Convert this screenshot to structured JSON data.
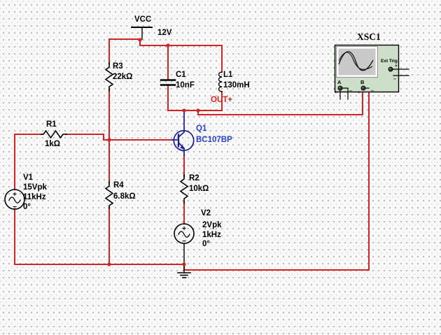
{
  "colors": {
    "wire_red": "#cf2526",
    "component_black": "#000000",
    "transistor_navy": "#1b1b8e",
    "label_blue": "#2940cc",
    "out_label_red": "#cf2526",
    "scope_body_green": "#cddec9",
    "scope_screen_gray": "#c9c9c9",
    "grid_dot_gray": "#a6a6a6"
  },
  "components": {
    "vcc": {
      "ref": "VCC",
      "value": "12V"
    },
    "r1": {
      "ref": "R1",
      "value": "1kΩ"
    },
    "r2": {
      "ref": "R2",
      "value": "10kΩ"
    },
    "r3": {
      "ref": "R3",
      "value": "22kΩ"
    },
    "r4": {
      "ref": "R4",
      "value": "6.8kΩ"
    },
    "c1": {
      "ref": "C1",
      "value": "10nF"
    },
    "l1": {
      "ref": "L1",
      "value": "130mH"
    },
    "q1": {
      "ref": "Q1",
      "value": "BC107BP"
    },
    "v1": {
      "ref": "V1",
      "amplitude": "15Vpk",
      "frequency": "11kHz",
      "phase": "0°"
    },
    "v2": {
      "ref": "V2",
      "amplitude": "2Vpk",
      "frequency": "1kHz",
      "phase": "0°"
    }
  },
  "net_labels": {
    "out_plus": "OUT+"
  },
  "instruments": {
    "xsc1": {
      "ref": "XSC1",
      "ext_trig": "Ext Trig",
      "channel_a": "A",
      "channel_b": "B"
    }
  },
  "glyphs": {
    "plus": "+",
    "minus": "−"
  }
}
